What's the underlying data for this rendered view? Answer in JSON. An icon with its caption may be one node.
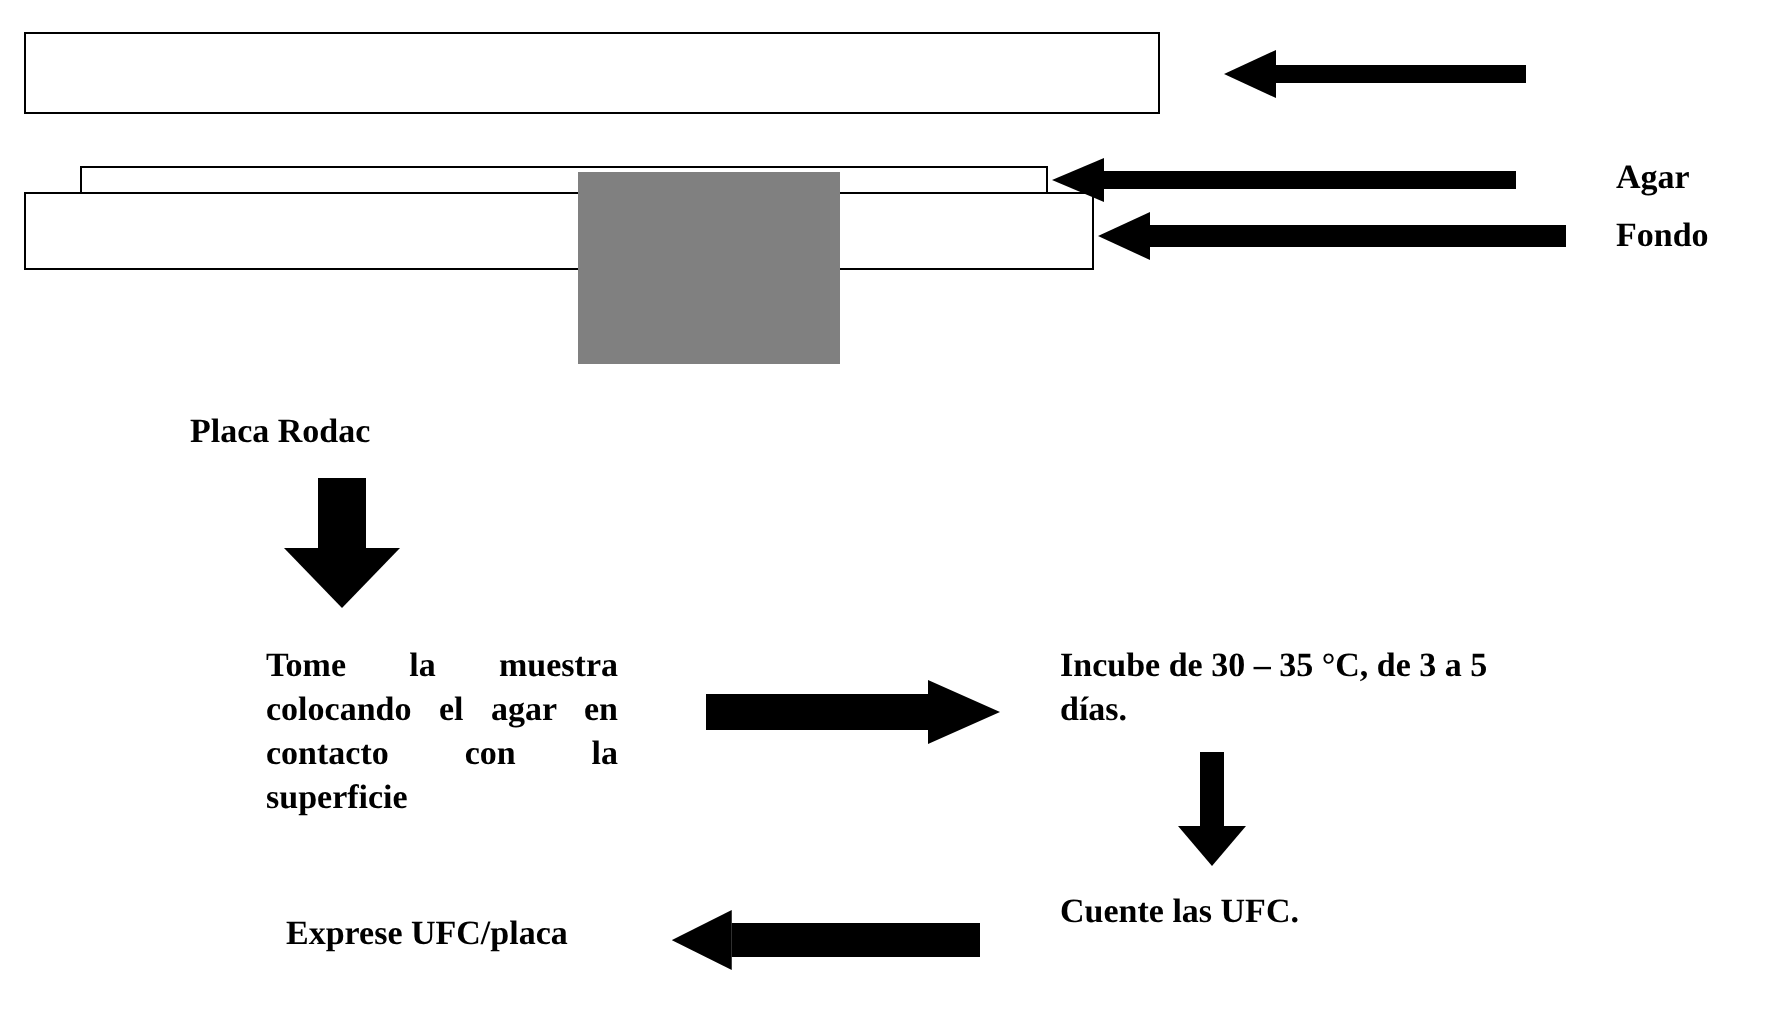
{
  "diagram": {
    "nodes": [
      {
        "text": [],
        "shape": "box"
      },
      {
        "text": [],
        "shape": "box"
      },
      {
        "text": [],
        "shape": "box"
      },
      {
        "text": [],
        "shape": "box"
      },
      {
        "text": [
          "Agar"
        ]
      },
      {
        "text": [
          "Fondo"
        ]
      },
      {
        "text": [
          "Placa Rodac"
        ]
      },
      {
        "text": [
          "Tome la muestra colocando el agar en contacto con la superficie"
        ]
      },
      {
        "text": [
          "Incube de 30 – 35 °C, de 3 a 5 días."
        ]
      },
      {
        "text": [
          "Cuente las UFC."
        ]
      },
      {
        "text": [
          "Exprese UFC/placa"
        ]
      }
    ],
    "edges": [
      {
        "from": null,
        "to": 0,
        "arrow": "to"
      },
      {
        "from": 4,
        "to": 1,
        "arrow": "to"
      },
      {
        "from": 5,
        "to": 2,
        "arrow": "to"
      },
      {
        "from": 6,
        "to": 7,
        "arrow": "to",
        "style": "thick"
      },
      {
        "from": 7,
        "to": 8,
        "arrow": "to"
      },
      {
        "from": 8,
        "to": 9,
        "arrow": "to"
      },
      {
        "from": 9,
        "to": 10,
        "arrow": "to"
      }
    ]
  }
}
